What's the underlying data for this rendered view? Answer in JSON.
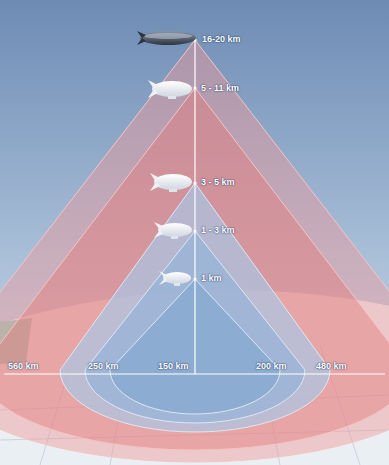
{
  "diagram": {
    "labels": [
      "16-20 km",
      "5 - 11 km",
      "3 - 5 km",
      "1 - 3 km",
      "1 km",
      "560 km",
      "250 km",
      "150 km",
      "200 km",
      "480 km"
    ]
  }
}
